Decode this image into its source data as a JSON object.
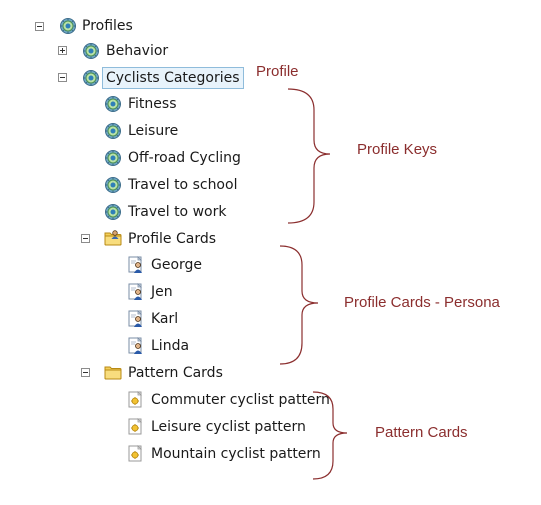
{
  "tree": {
    "root": "Profiles",
    "behavior": "Behavior",
    "cyclists_categories": "Cyclists Categories",
    "profile_keys": [
      "Fitness",
      "Leisure",
      "Off-road Cycling",
      "Travel to school",
      "Travel to work"
    ],
    "profile_cards_folder": "Profile Cards",
    "profile_cards": [
      "George",
      "Jen",
      "Karl",
      "Linda"
    ],
    "pattern_cards_folder": "Pattern Cards",
    "pattern_cards": [
      "Commuter cyclist pattern",
      "Leisure cyclist pattern",
      "Mountain cyclist pattern"
    ]
  },
  "annotations": {
    "profile": "Profile",
    "profile_keys": "Profile Keys",
    "profile_cards_persona": "Profile Cards - Persona",
    "pattern_cards": "Pattern Cards"
  },
  "colors": {
    "annotation": "#8b2e2e",
    "selection_border": "#8fbcdb",
    "selection_bg": "#e8f3fb"
  },
  "icons": {
    "profile": "gear-globe-icon",
    "folder_profile_cards": "folder-user-icon",
    "folder_pattern_cards": "folder-icon",
    "person": "person-card-icon",
    "pattern": "pattern-card-icon"
  }
}
